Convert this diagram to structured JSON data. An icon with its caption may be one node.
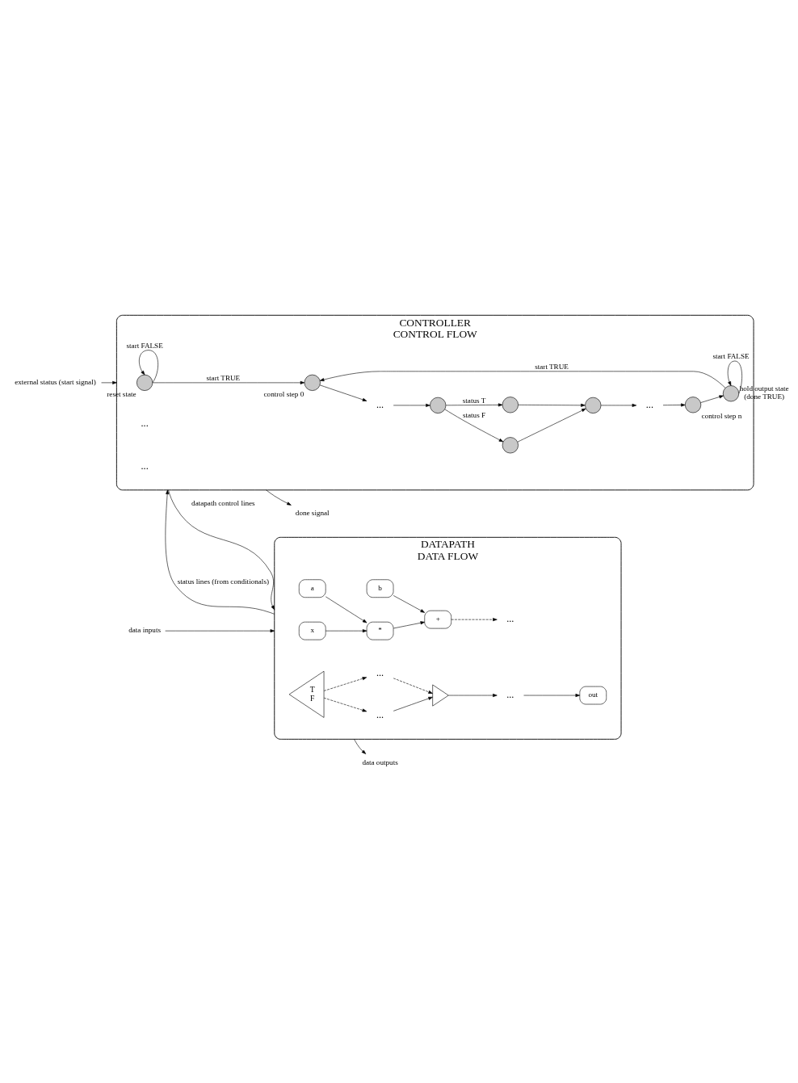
{
  "diagram": {
    "nodes": [
      {
        "text": [
          "external status (start signal)"
        ]
      },
      {
        "text": [
          "CONTROLLER",
          "CONTROL FLOW"
        ]
      },
      {
        "text": [],
        "shape": "circle",
        "in": 1,
        "beside": [
          "reset state"
        ]
      },
      {
        "text": [],
        "shape": "circle",
        "in": 1,
        "beside": [
          "control step 0"
        ]
      },
      {
        "text": [
          "..."
        ],
        "in": 1
      },
      {
        "text": [],
        "shape": "circle",
        "in": 1
      },
      {
        "text": [],
        "shape": "circle",
        "in": 1
      },
      {
        "text": [],
        "shape": "circle",
        "in": 1
      },
      {
        "text": [],
        "shape": "circle",
        "in": 1
      },
      {
        "text": [
          "..."
        ],
        "in": 1
      },
      {
        "text": [],
        "shape": "circle",
        "in": 1,
        "beside": [
          "control step n"
        ]
      },
      {
        "text": [],
        "shape": "circle",
        "in": 1,
        "beside": [
          "hold output state (done TRUE)"
        ]
      },
      {
        "text": [
          "done signal"
        ]
      },
      {
        "text": [
          "data inputs"
        ]
      },
      {
        "text": [
          "DATAPATH",
          "DATA FLOW"
        ]
      },
      {
        "text": [
          "x"
        ],
        "in": 14
      },
      {
        "text": [
          "a"
        ],
        "in": 14
      },
      {
        "text": [
          "b"
        ],
        "in": 14
      },
      {
        "text": [
          "*"
        ],
        "in": 14
      },
      {
        "text": [
          "+"
        ],
        "in": 14
      },
      {
        "text": [
          "..."
        ],
        "in": 14
      },
      {
        "text": [
          "T",
          "F"
        ],
        "in": 14
      },
      {
        "text": [
          "..."
        ],
        "in": 14
      },
      {
        "text": [
          "..."
        ],
        "in": 14
      },
      {
        "text": [],
        "shape": "triangle",
        "in": 14
      },
      {
        "text": [
          "..."
        ],
        "in": 14
      },
      {
        "text": [
          "out"
        ],
        "in": 14
      },
      {
        "text": [
          "data outputs"
        ]
      }
    ],
    "edges": [
      {
        "from": 0,
        "to": 1,
        "arrow": "to"
      },
      {
        "from": 1,
        "to": 14,
        "arrow": "to",
        "label": "datapath control lines"
      },
      {
        "from": 14,
        "to": 1,
        "arrow": "to",
        "label": "status lines (from conditionals)"
      },
      {
        "from": 1,
        "to": 12,
        "arrow": "to"
      },
      {
        "from": 13,
        "to": 14,
        "arrow": "to"
      },
      {
        "from": 14,
        "to": 27,
        "arrow": "to"
      },
      {
        "from": 2,
        "to": 2,
        "arrow": "to",
        "label": "start FALSE"
      },
      {
        "from": 2,
        "to": 3,
        "arrow": "to",
        "label": "start TRUE"
      },
      {
        "from": 3,
        "to": 4,
        "arrow": "to"
      },
      {
        "from": 4,
        "to": 5,
        "arrow": "to"
      },
      {
        "from": 5,
        "to": 6,
        "arrow": "to",
        "label": "status F"
      },
      {
        "from": 5,
        "to": 7,
        "arrow": "to",
        "label": "status T"
      },
      {
        "from": 6,
        "to": 8,
        "arrow": "to"
      },
      {
        "from": 7,
        "to": 8,
        "arrow": "to"
      },
      {
        "from": 8,
        "to": 9,
        "arrow": "to"
      },
      {
        "from": 9,
        "to": 10,
        "arrow": "to"
      },
      {
        "from": 10,
        "to": 11,
        "arrow": "to"
      },
      {
        "from": 11,
        "to": 11,
        "arrow": "to",
        "label": "start FALSE"
      },
      {
        "from": 11,
        "to": 3,
        "arrow": "to",
        "label": "start TRUE"
      },
      {
        "from": 15,
        "to": 18,
        "arrow": "to"
      },
      {
        "from": 16,
        "to": 18,
        "arrow": "to"
      },
      {
        "from": 18,
        "to": 19,
        "arrow": "to"
      },
      {
        "from": 17,
        "to": 19,
        "arrow": "to"
      },
      {
        "from": 19,
        "to": 20,
        "arrow": "to",
        "style": "dashed"
      },
      {
        "from": 21,
        "to": 22,
        "arrow": "to",
        "style": "dashed"
      },
      {
        "from": 21,
        "to": 23,
        "arrow": "to",
        "style": "dashed"
      },
      {
        "from": 22,
        "to": 24,
        "arrow": "to",
        "style": "dashed"
      },
      {
        "from": 23,
        "to": 24,
        "arrow": "to"
      },
      {
        "from": 24,
        "to": 25,
        "arrow": "to"
      },
      {
        "from": 25,
        "to": 26,
        "arrow": "to"
      }
    ],
    "labels": [
      "...",
      "..."
    ]
  }
}
